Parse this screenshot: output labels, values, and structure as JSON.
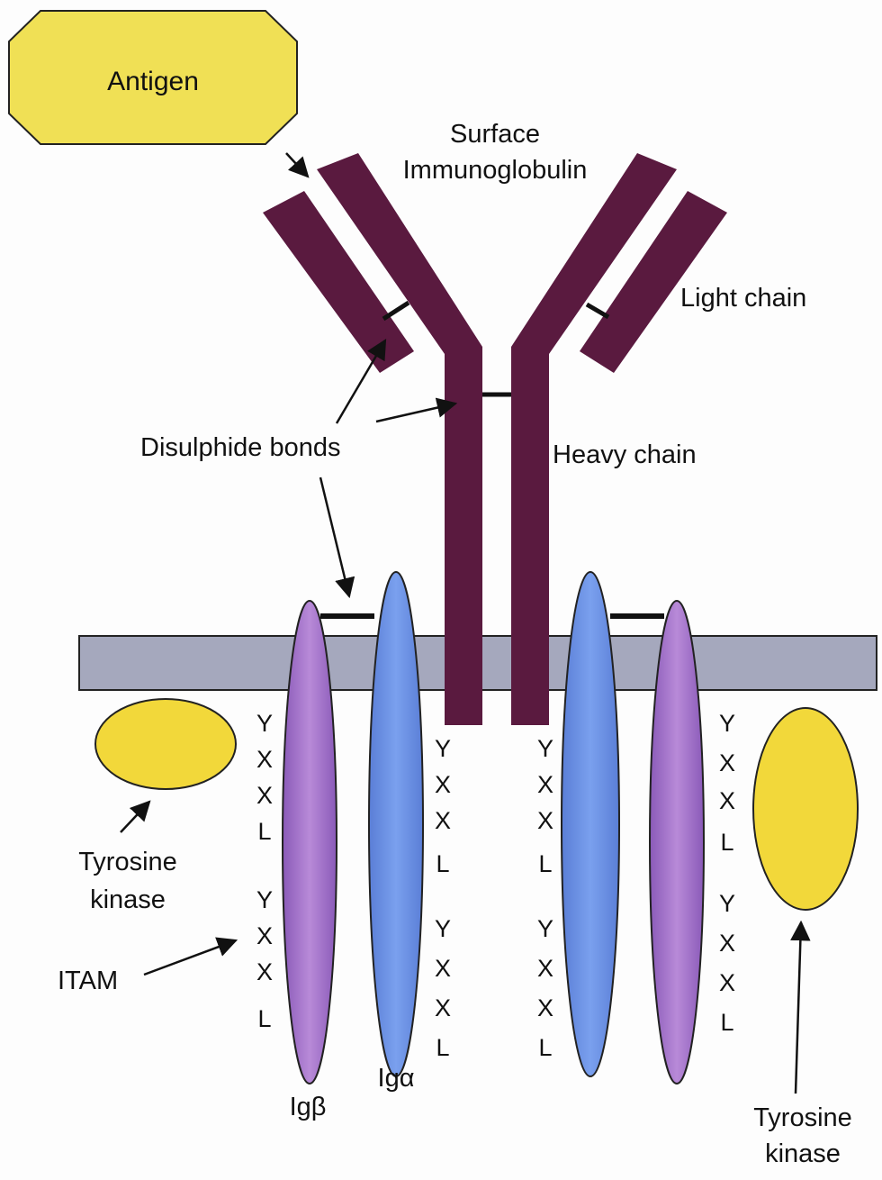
{
  "labels": {
    "antigen": "Antigen",
    "surface_line1": "Surface",
    "surface_line2": "Immunoglobulin",
    "light_chain": "Light chain",
    "heavy_chain": "Heavy chain",
    "disulphide_bonds": "Disulphide bonds",
    "tk_left_line1": "Tyrosine",
    "tk_left_line2": "kinase",
    "tk_right_line1": "Tyrosine",
    "tk_right_line2": "kinase",
    "itam": "ITAM",
    "ig_beta": "Igβ",
    "ig_alpha": "Igα"
  },
  "itam_motifs": {
    "col1": [
      "Y",
      "X",
      "X",
      "L",
      "Y",
      "X",
      "X",
      "L"
    ],
    "col2": [
      "Y",
      "X",
      "X",
      "L",
      "Y",
      "X",
      "X",
      "L"
    ],
    "col3": [
      "Y",
      "X",
      "X",
      "L",
      "Y",
      "X",
      "X",
      "L"
    ],
    "col4": [
      "Y",
      "X",
      "X",
      "L",
      "Y",
      "X",
      "X",
      "L"
    ]
  },
  "colors": {
    "antibody": "#5a1a3f",
    "membrane": "#a5a8bd",
    "antigen": "#f0e055",
    "kinase": "#f2d83a",
    "ig_alpha": "#6a8ee0",
    "ig_beta": "#a46cc8"
  }
}
